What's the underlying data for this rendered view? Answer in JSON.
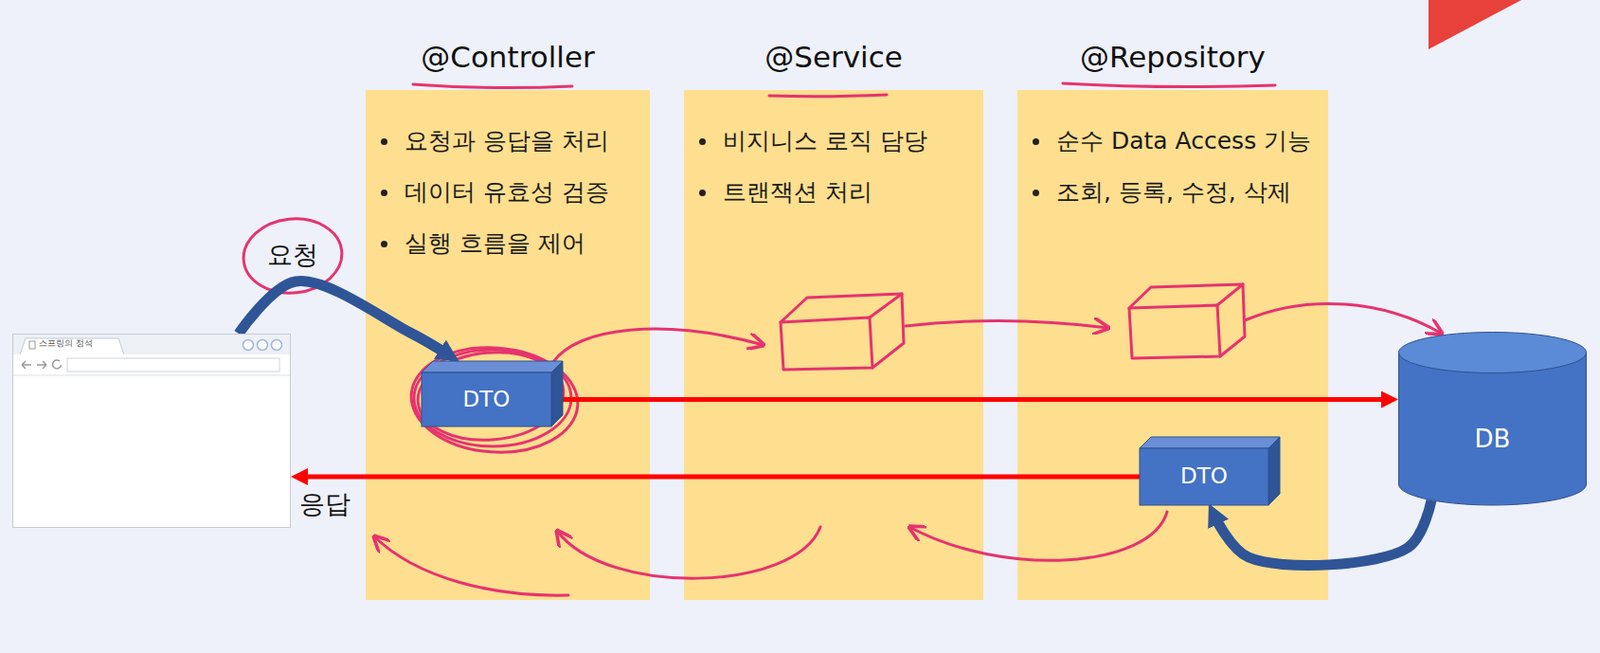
{
  "diagram": {
    "nodes": [
      {
        "text": [
          "@Controller",
          "요청과 응답을 처리",
          "데이터 유효성 검증",
          "실행 흐름을 제어"
        ]
      },
      {
        "text": [
          "@Service",
          "비지니스 로직 담당",
          "트랜잭션 처리"
        ]
      },
      {
        "text": [
          "@Repository",
          "순수 Data Access 기능",
          "조회, 등록, 수정, 삭제"
        ]
      },
      {
        "text": [
          "스프링의 정석"
        ]
      },
      {
        "text": [
          "DTO"
        ],
        "in": 0
      },
      {
        "text": [
          "DTO"
        ],
        "in": 2
      },
      {
        "text": [
          "DB"
        ]
      }
    ],
    "edges": [
      {
        "from": 3,
        "to": 4,
        "label": "요청",
        "arrow": "to"
      },
      {
        "from": 4,
        "to": 6,
        "arrow": "to"
      },
      {
        "from": 6,
        "to": 5,
        "arrow": "to"
      },
      {
        "from": 5,
        "to": 3,
        "label": "응답",
        "arrow": "to"
      }
    ]
  }
}
